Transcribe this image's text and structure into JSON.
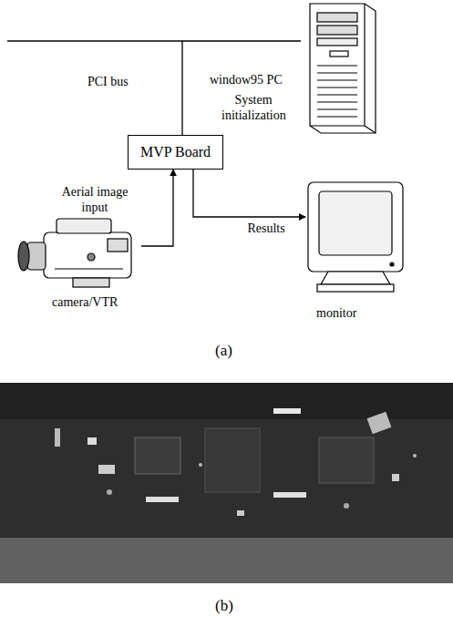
{
  "diagram": {
    "nodes": [
      {
        "text": [
          "window95 PC"
        ]
      },
      {
        "text": [
          "MVP Board"
        ]
      },
      {
        "text": [
          "camera/VTR"
        ]
      },
      {
        "text": [
          "monitor"
        ]
      }
    ],
    "edges": [
      {
        "from": 0,
        "to": 1,
        "arrow": "none",
        "label": "System initialization"
      },
      {
        "from": 2,
        "to": 1,
        "arrow": "to",
        "label": "Aerial image input"
      },
      {
        "from": 1,
        "to": 3,
        "arrow": "to",
        "label": "Results"
      }
    ],
    "labels": [
      "PCI bus",
      "(a)",
      "(b)"
    ]
  }
}
